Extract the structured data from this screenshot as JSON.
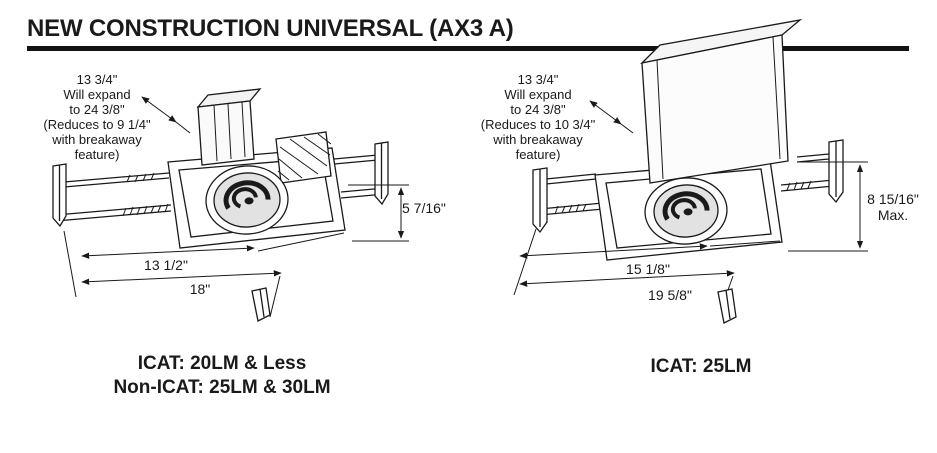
{
  "page": {
    "title": "NEW CONSTRUCTION UNIVERSAL (AX3 A)"
  },
  "figures": {
    "left": {
      "expand_note": [
        "13 3/4\"",
        "Will expand",
        "to 24 3/8\"",
        "(Reduces to 9 1/4\"",
        "with breakaway",
        "feature)"
      ],
      "dims": {
        "height": "5 7/16\"",
        "inner_width": "13 1/2\"",
        "outer_width": "18\""
      },
      "caption": [
        "ICAT: 20LM & Less",
        "Non-ICAT: 25LM & 30LM"
      ]
    },
    "right": {
      "expand_note": [
        "13 3/4\"",
        "Will expand",
        "to 24 3/8\"",
        "(Reduces to 10 3/4\"",
        "with breakaway",
        "feature)"
      ],
      "dims": {
        "height": "8 15/16\"",
        "height_note": "Max.",
        "inner_width": "15 1/8\"",
        "outer_width": "19 5/8\""
      },
      "caption": [
        "ICAT: 25LM"
      ]
    }
  },
  "colors": {
    "ink": "#1a1a1a",
    "background": "#ffffff"
  }
}
